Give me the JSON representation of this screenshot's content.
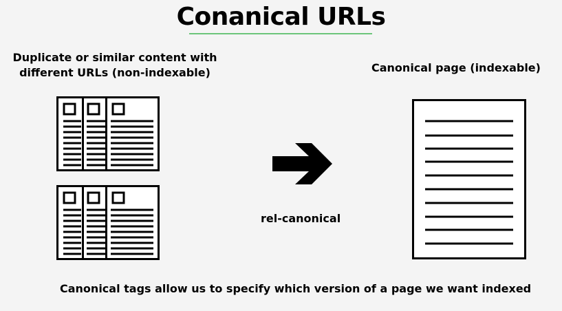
{
  "title": "Conanical URLs",
  "left_label_line1": "Duplicate or similar content with",
  "left_label_line2": "different URLs (non-indexable)",
  "right_label": "Canonical page (indexable)",
  "arrow_label": "rel-canonical",
  "bottom_caption": "Canonical tags allow us to specify which version of a page we want indexed",
  "colors": {
    "background": "#f4f4f4",
    "ink": "#000000",
    "title_underline": "#6cc57a",
    "page_fill": "#ffffff"
  },
  "icons": {
    "duplicate_group_top": "stacked-pages-icon",
    "duplicate_group_bottom": "stacked-pages-icon",
    "arrow": "right-arrow-icon",
    "canonical_page": "document-icon"
  }
}
